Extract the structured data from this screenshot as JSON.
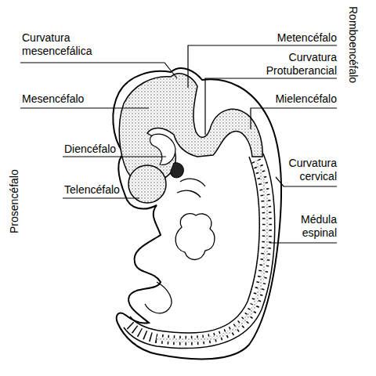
{
  "diagram": {
    "labels": [
      "Curvatura mesencefálica",
      "Metencéfalo",
      "Curvatura Protuberancial",
      "Romboencéfalo",
      "Mesencéfalo",
      "Mielencéfalo",
      "Diencéfalo",
      "Prosencéfalo",
      "Telencéfalo",
      "Curvatura cervical",
      "Médula espinal"
    ]
  }
}
